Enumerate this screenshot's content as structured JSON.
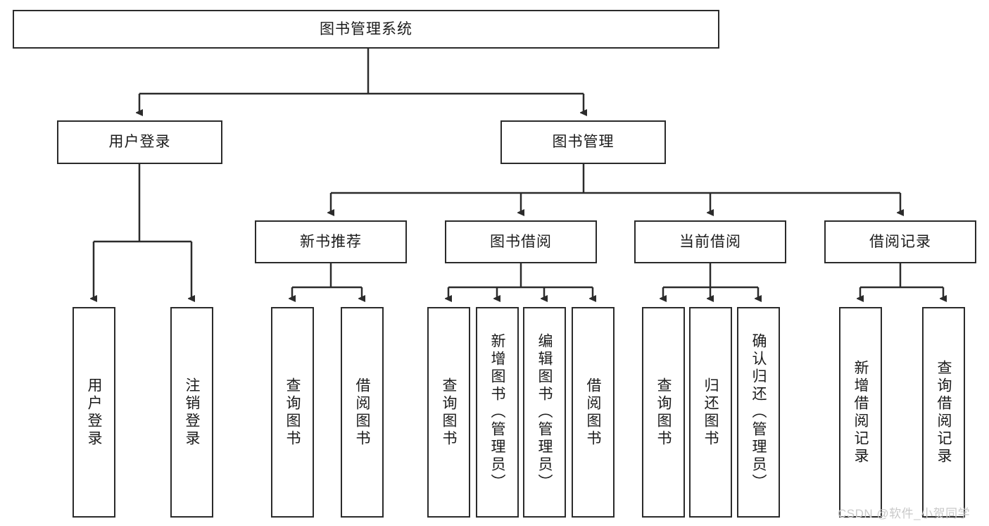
{
  "diagram": {
    "title": "图书管理系统",
    "type": "tree",
    "colors": {
      "stroke": "#2b2b2b",
      "fill": "#ffffff",
      "text": "#1b1b1b",
      "watermark": "#c9c9c9"
    },
    "root": {
      "label": "图书管理系统"
    },
    "level2": [
      {
        "label": "用户登录"
      },
      {
        "label": "图书管理"
      }
    ],
    "level3": [
      {
        "label": "新书推荐"
      },
      {
        "label": "图书借阅"
      },
      {
        "label": "当前借阅"
      },
      {
        "label": "借阅记录"
      }
    ],
    "leaves": {
      "user_login": [
        {
          "label": "用户登录"
        },
        {
          "label": "注销登录"
        }
      ],
      "new_book": [
        {
          "label": "查询图书"
        },
        {
          "label": "借阅图书"
        }
      ],
      "borrow_book": [
        {
          "label": "查询图书"
        },
        {
          "label": "新增图书（管理员）"
        },
        {
          "label": "编辑图书（管理员）"
        },
        {
          "label": "借阅图书"
        }
      ],
      "current_borrow": [
        {
          "label": "查询图书"
        },
        {
          "label": "归还图书"
        },
        {
          "label": "确认归还（管理员）"
        }
      ],
      "borrow_record": [
        {
          "label": "新增借阅记录"
        },
        {
          "label": "查询借阅记录"
        }
      ]
    },
    "watermark": "CSDN @软件_小贺同学"
  }
}
